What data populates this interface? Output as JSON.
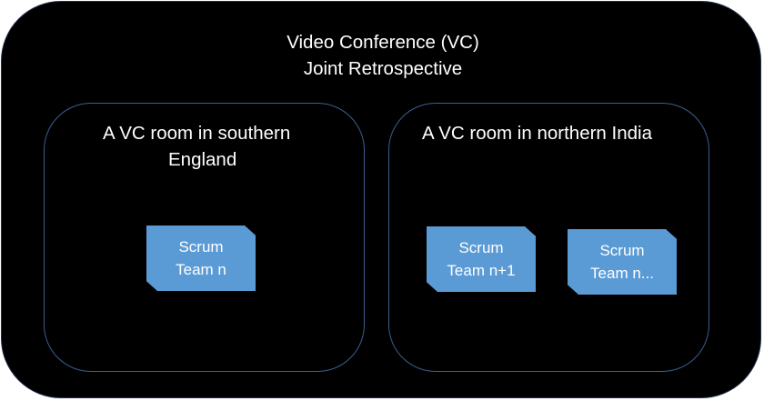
{
  "title": {
    "line1": "Video Conference (VC)",
    "line2": "Joint Retrospective"
  },
  "rooms": [
    {
      "label_line1": "A VC room in southern",
      "label_line2": "England",
      "teams": [
        {
          "line1": "Scrum",
          "line2": "Team n"
        }
      ]
    },
    {
      "label_line1": "A VC room in northern India",
      "teams": [
        {
          "line1": "Scrum",
          "line2": "Team n+1"
        },
        {
          "line1": "Scrum",
          "line2": "Team n..."
        }
      ]
    }
  ],
  "colors": {
    "background": "#000000",
    "room_border": "#3b5e8f",
    "team_fill": "#5b9bd5",
    "text": "#ffffff"
  }
}
